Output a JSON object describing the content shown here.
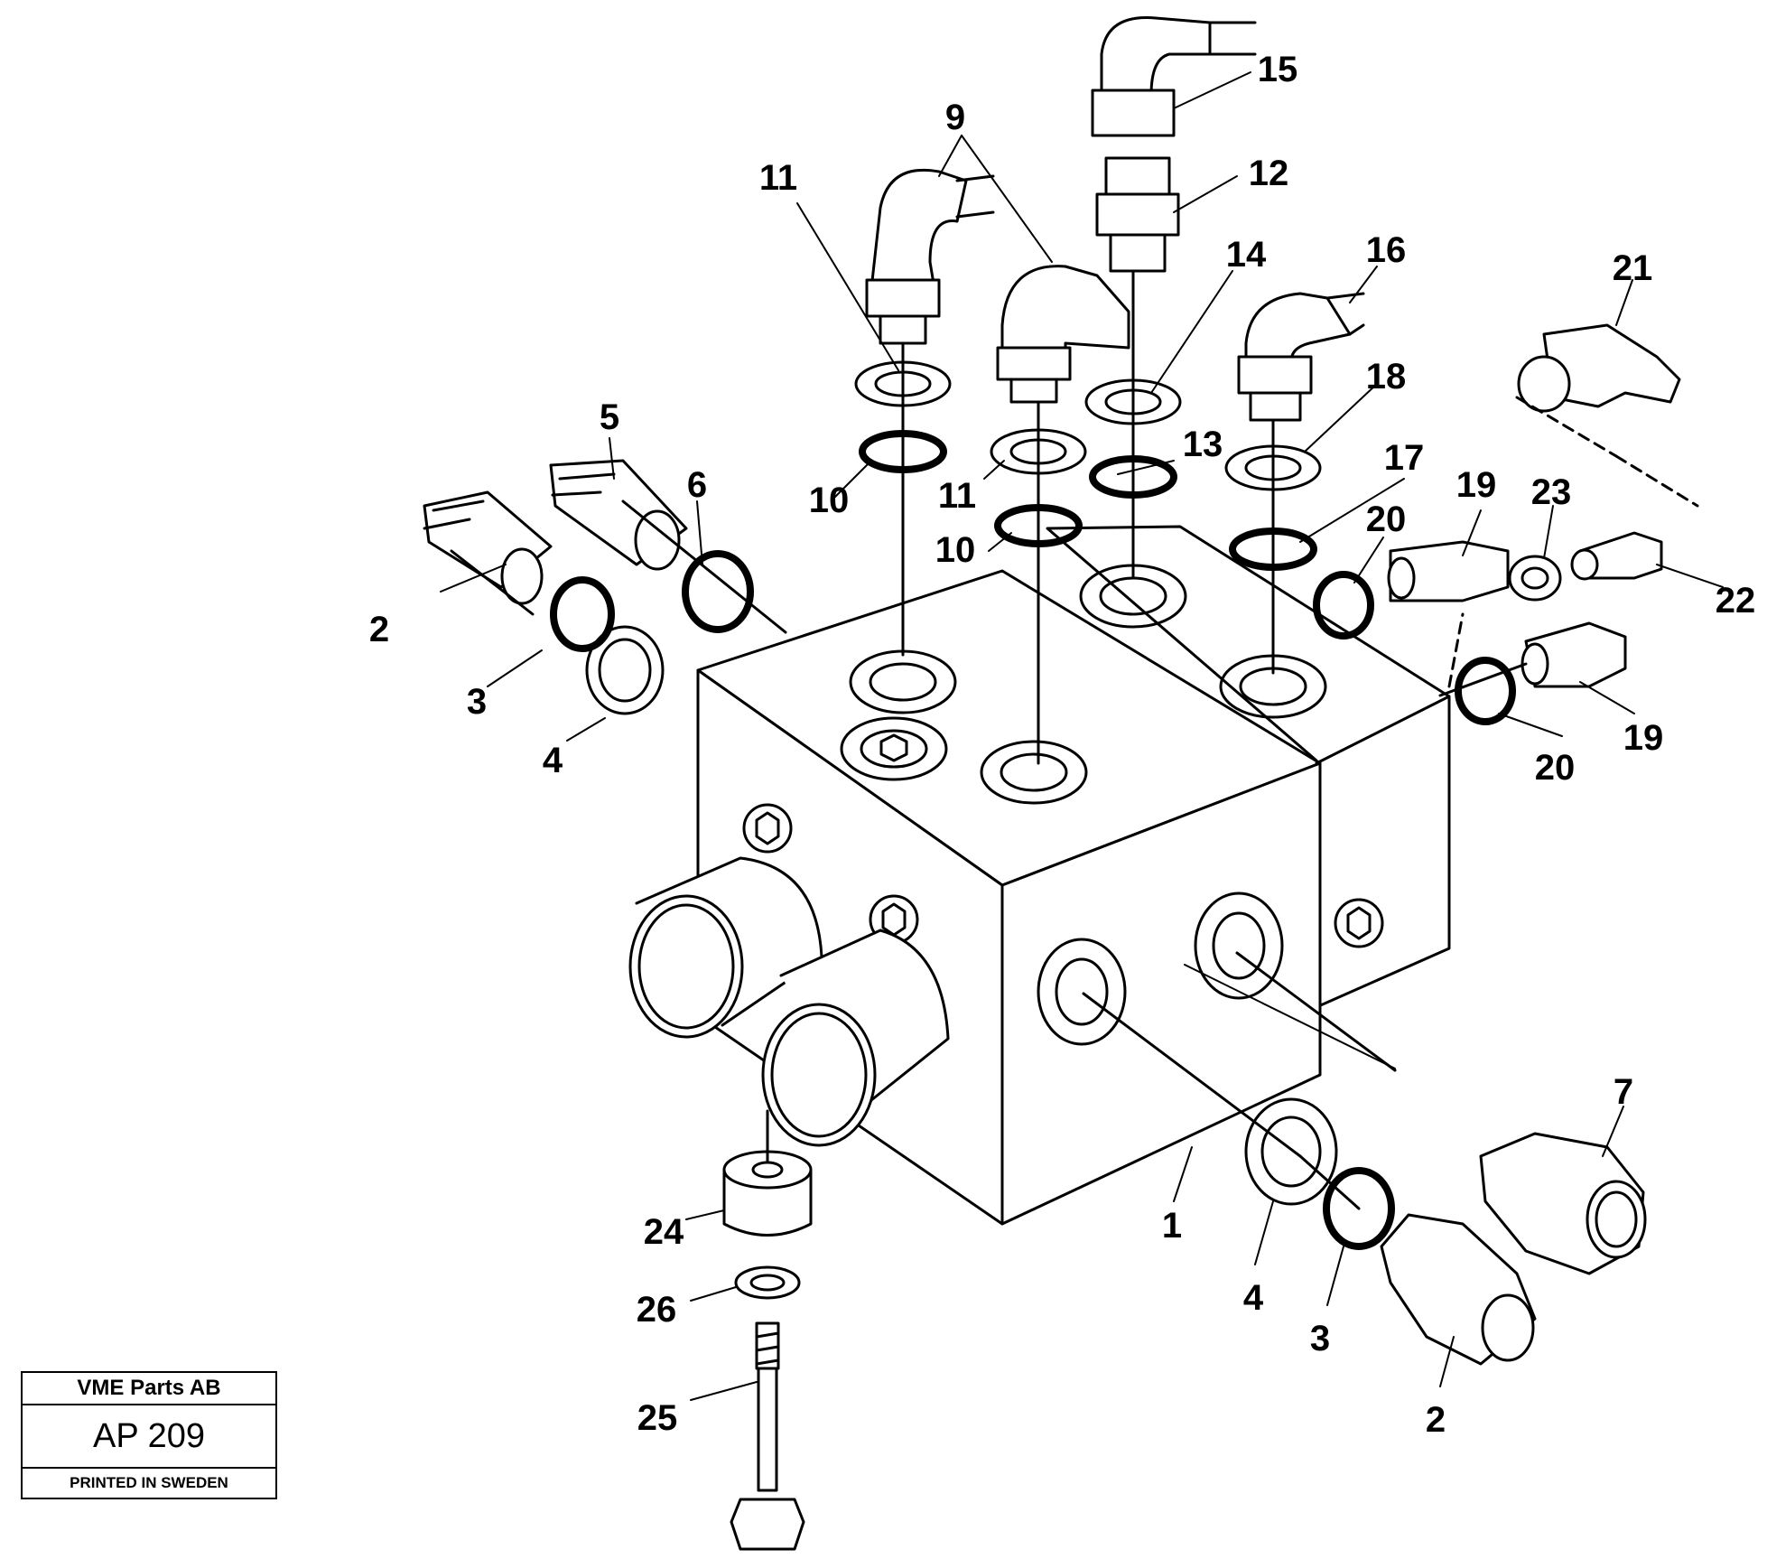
{
  "callouts": {
    "c1": "1",
    "c2a": "2",
    "c2b": "2",
    "c3a": "3",
    "c3b": "3",
    "c4a": "4",
    "c4b": "4",
    "c5": "5",
    "c6": "6",
    "c7": "7",
    "c9": "9",
    "c10a": "10",
    "c10b": "10",
    "c11a": "11",
    "c11b": "11",
    "c12": "12",
    "c13": "13",
    "c14": "14",
    "c15": "15",
    "c16": "16",
    "c17": "17",
    "c18": "18",
    "c19a": "19",
    "c19b": "19",
    "c20a": "20",
    "c20b": "20",
    "c21": "21",
    "c22": "22",
    "c23": "23",
    "c24": "24",
    "c25": "25",
    "c26": "26"
  },
  "title_block": {
    "company": "VME Parts AB",
    "code": "AP 209",
    "printed": "PRINTED IN SWEDEN"
  }
}
